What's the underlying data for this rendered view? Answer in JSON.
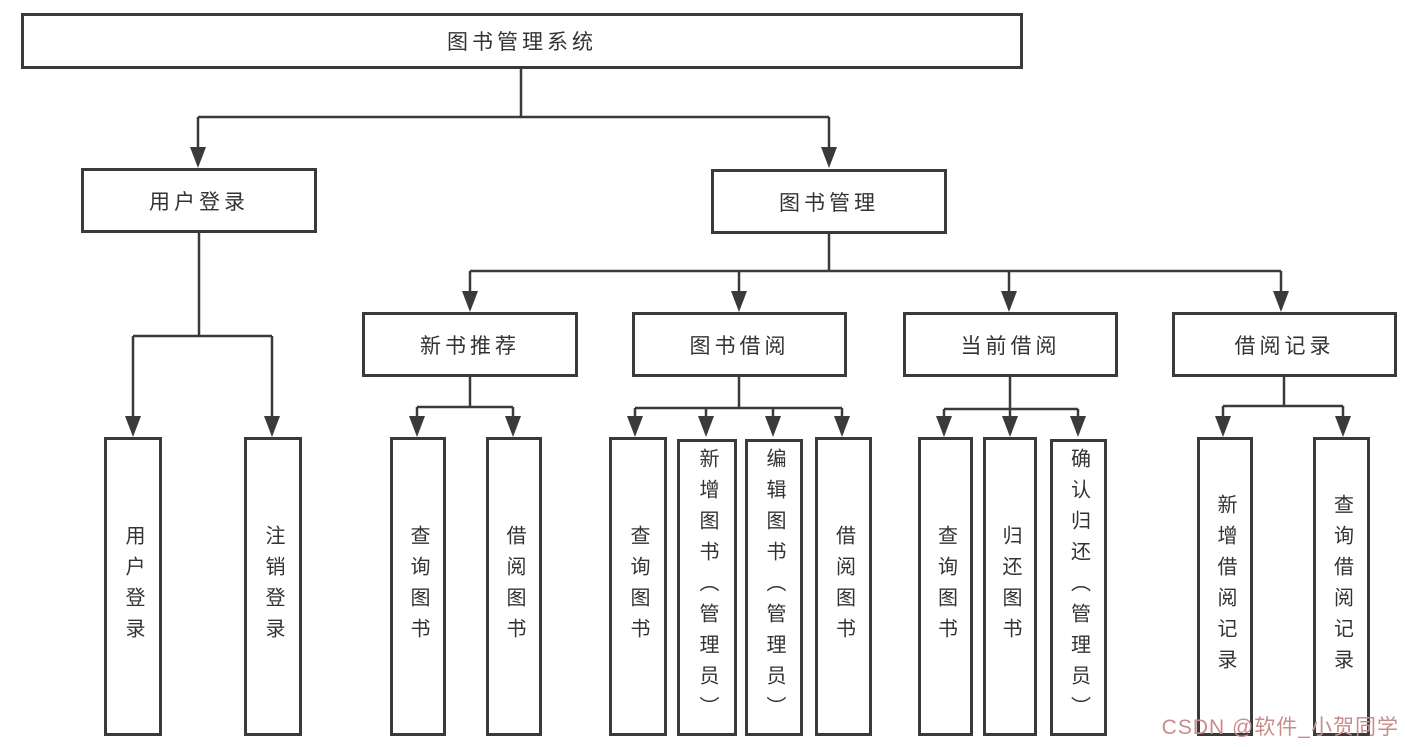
{
  "colors": {
    "line": "#3a3a3a",
    "text": "#333333",
    "box_bg": "#ffffff",
    "watermark": "#c98b8b"
  },
  "watermark": "CSDN @软件_小贺同学",
  "tree": {
    "root": {
      "label": "图书管理系统"
    },
    "children": [
      {
        "label": "用户登录",
        "children": [
          {
            "label": "用户登录"
          },
          {
            "label": "注销登录"
          }
        ]
      },
      {
        "label": "图书管理",
        "children": [
          {
            "label": "新书推荐",
            "children": [
              {
                "label": "查询图书"
              },
              {
                "label": "借阅图书"
              }
            ]
          },
          {
            "label": "图书借阅",
            "children": [
              {
                "label": "查询图书"
              },
              {
                "label": "新增图书（管理员）"
              },
              {
                "label": "编辑图书（管理员）"
              },
              {
                "label": "借阅图书"
              }
            ]
          },
          {
            "label": "当前借阅",
            "children": [
              {
                "label": "查询图书"
              },
              {
                "label": "归还图书"
              },
              {
                "label": "确认归还（管理员）"
              }
            ]
          },
          {
            "label": "借阅记录",
            "children": [
              {
                "label": "新增借阅记录"
              },
              {
                "label": "查询借阅记录"
              }
            ]
          }
        ]
      }
    ]
  }
}
